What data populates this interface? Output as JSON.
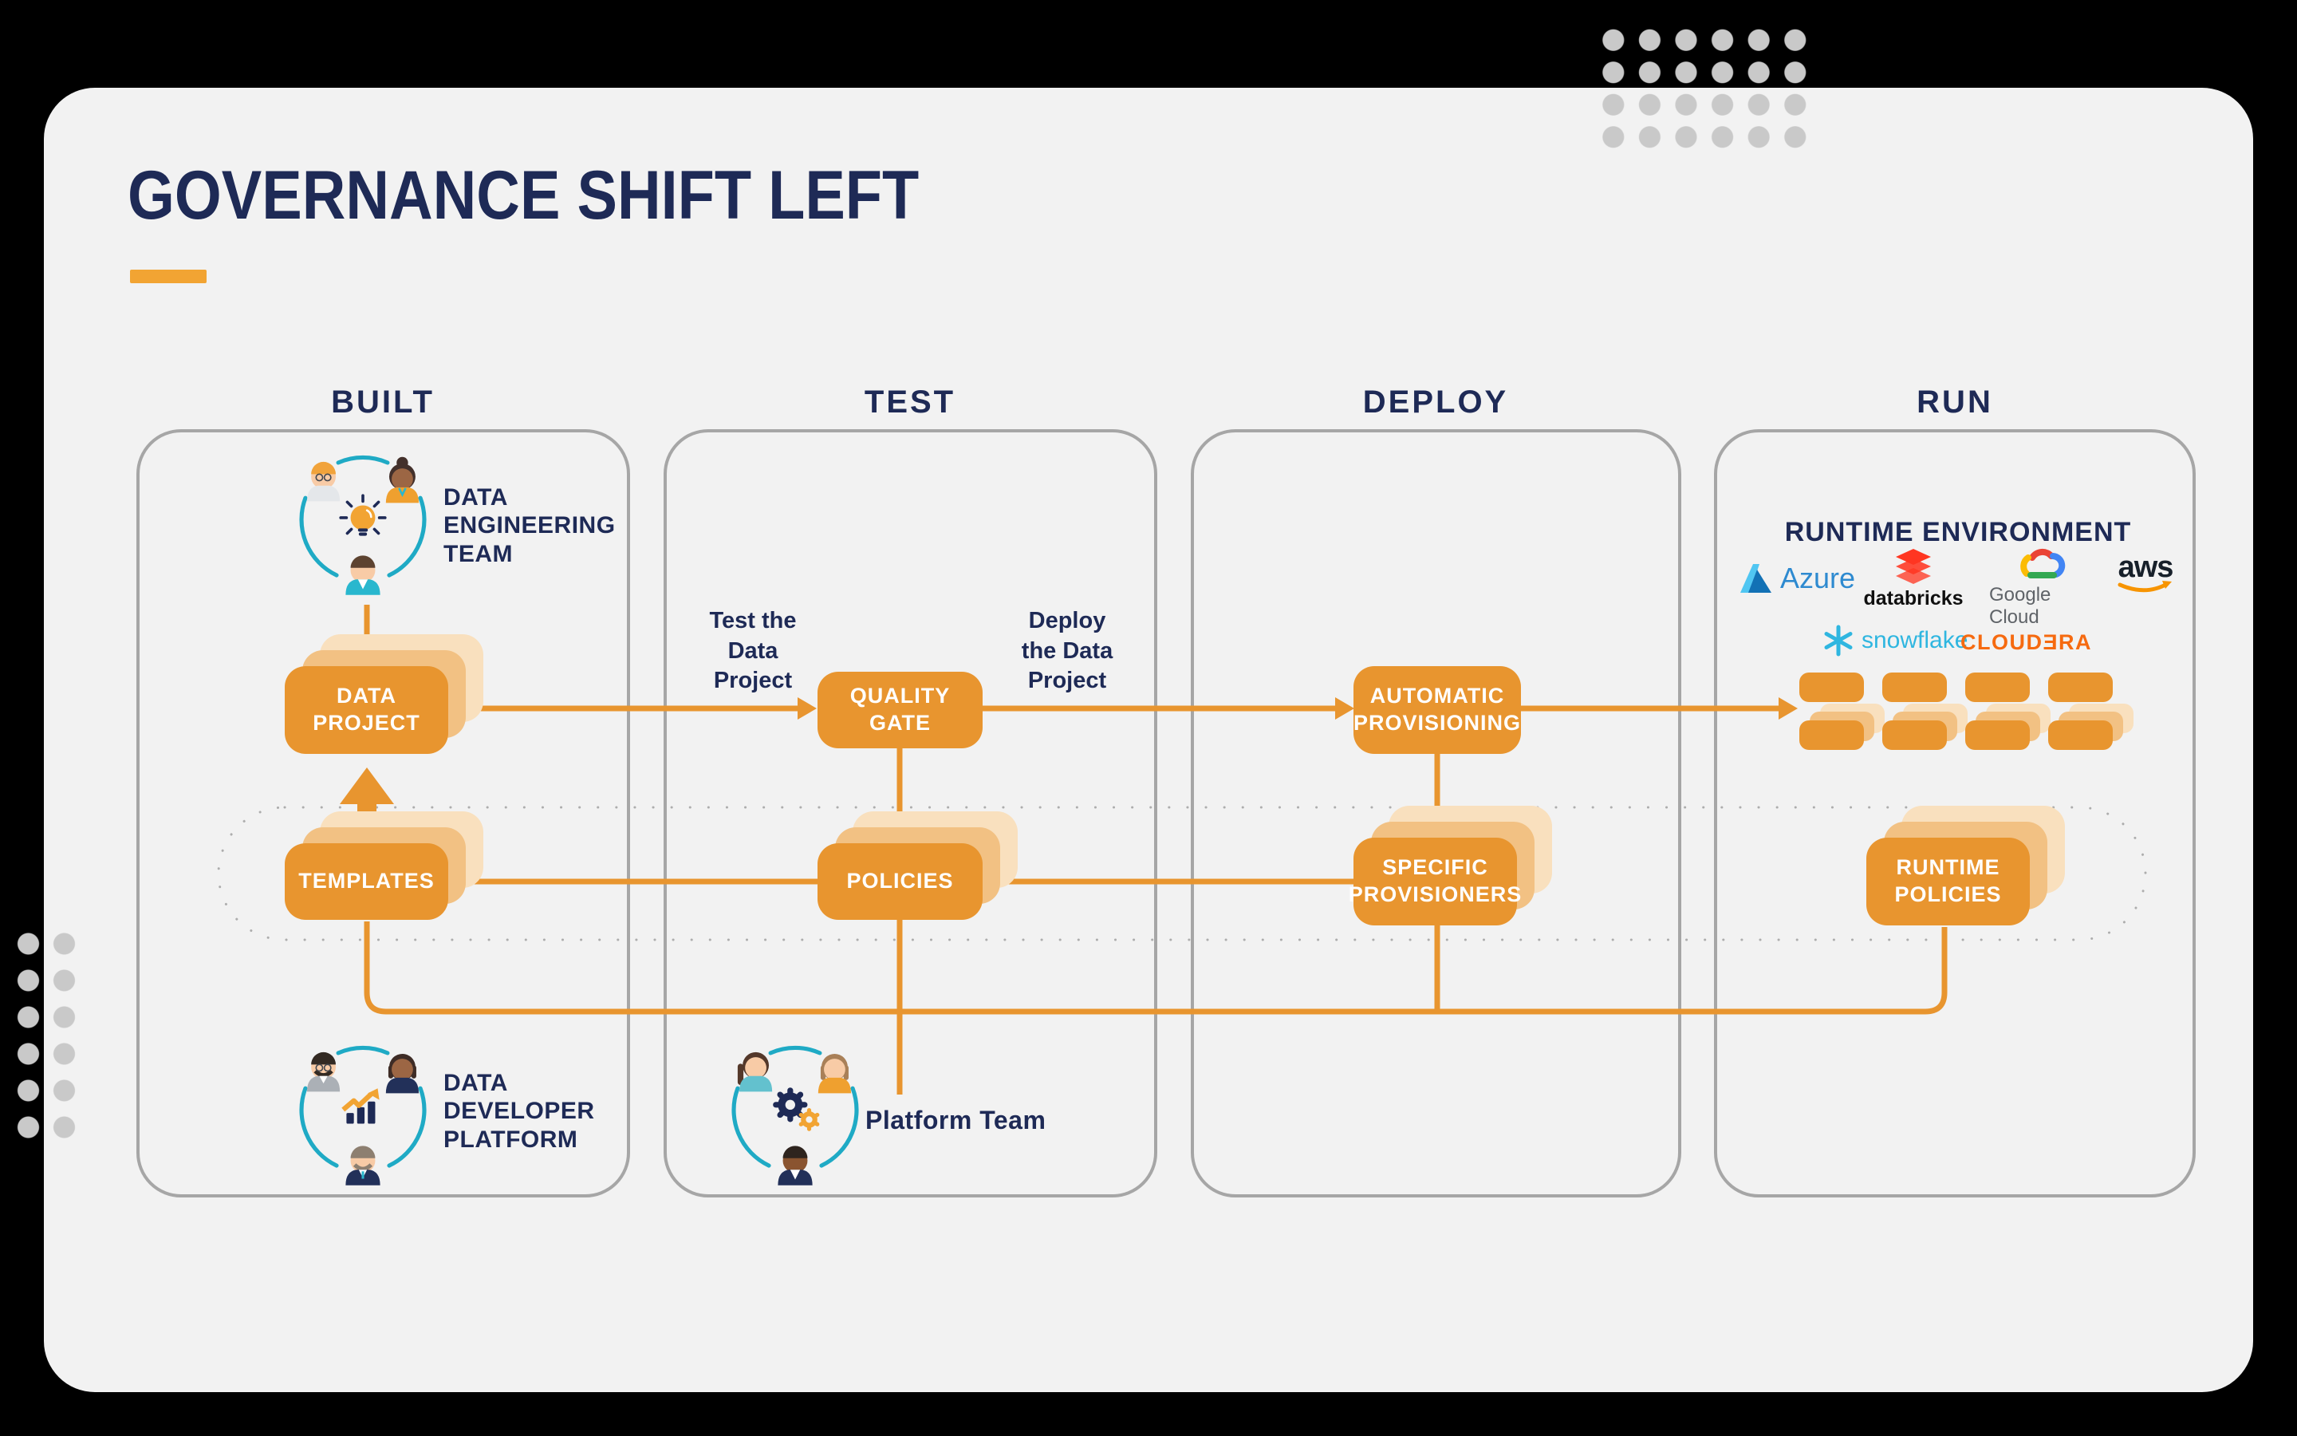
{
  "title": {
    "text": "GOVERNANCE SHIFT LEFT"
  },
  "stages": [
    {
      "label": "BUILT"
    },
    {
      "label": "TEST"
    },
    {
      "label": "DEPLOY"
    },
    {
      "label": "RUN"
    }
  ],
  "nodes": {
    "data_project": {
      "label": "DATA\nPROJECT"
    },
    "quality_gate": {
      "label": "QUALITY GATE"
    },
    "automatic_provisioning": {
      "label": "AUTOMATIC\nPROVISIONING"
    },
    "templates": {
      "label": "TEMPLATES"
    },
    "policies": {
      "label": "POLICIES"
    },
    "specific_provisioners": {
      "label": "SPECIFIC\nPROVISIONERS"
    },
    "runtime_policies": {
      "label": "RUNTIME\nPOLICIES"
    }
  },
  "teams": {
    "data_engineering": {
      "label": "DATA\nENGINEERING\nTEAM"
    },
    "data_developer": {
      "label": "DATA\nDEVELOPER\nPLATFORM"
    },
    "platform": {
      "label": "Platform Team"
    }
  },
  "annotations": {
    "test": "Test the\nData\nProject",
    "deploy": "Deploy\nthe Data\nProject"
  },
  "runtime": {
    "heading": "RUNTIME ENVIRONMENT",
    "providers": [
      {
        "name": "Azure"
      },
      {
        "name": "databricks"
      },
      {
        "name": "Google Cloud"
      },
      {
        "name": "aws"
      },
      {
        "name": "snowflake"
      },
      {
        "name": "CLOUDƎRA"
      }
    ]
  },
  "colors": {
    "orange": "#E8952F",
    "stack_mid": "#F2C183",
    "stack_light": "#F9E0BE",
    "underline_orange": "#F2A433",
    "navy": "#1E2A56",
    "teal": "#1FAAC5",
    "card_bg": "#F2F2F2",
    "column_border": "#A6A6A6",
    "dotted_line": "#ADADAD"
  }
}
